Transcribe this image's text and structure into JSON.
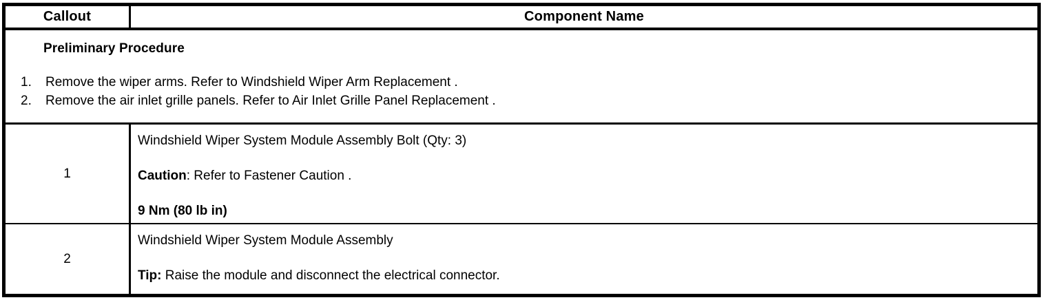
{
  "table": {
    "headers": {
      "callout": "Callout",
      "component": "Component Name"
    },
    "preliminary": {
      "title": "Preliminary Procedure",
      "steps": [
        {
          "number": "1.",
          "text": "Remove the wiper arms. Refer to Windshield Wiper Arm Replacement ."
        },
        {
          "number": "2.",
          "text": "Remove the air inlet grille panels. Refer to Air Inlet Grille Panel Replacement ."
        }
      ]
    },
    "rows": [
      {
        "callout": "1",
        "name": "Windshield Wiper System Module Assembly Bolt (Qty: 3)",
        "caution_label": "Caution",
        "caution_sep": ": ",
        "caution_text": "Refer to Fastener Caution .",
        "torque": "9 Nm (80 lb in)"
      },
      {
        "callout": "2",
        "name": "Windshield Wiper System Module Assembly",
        "tip_label": "Tip:",
        "tip_sep": " ",
        "tip_text": "Raise the module and disconnect the electrical connector."
      }
    ]
  },
  "colors": {
    "border": "#000000",
    "text": "#000000",
    "background": "#ffffff"
  }
}
